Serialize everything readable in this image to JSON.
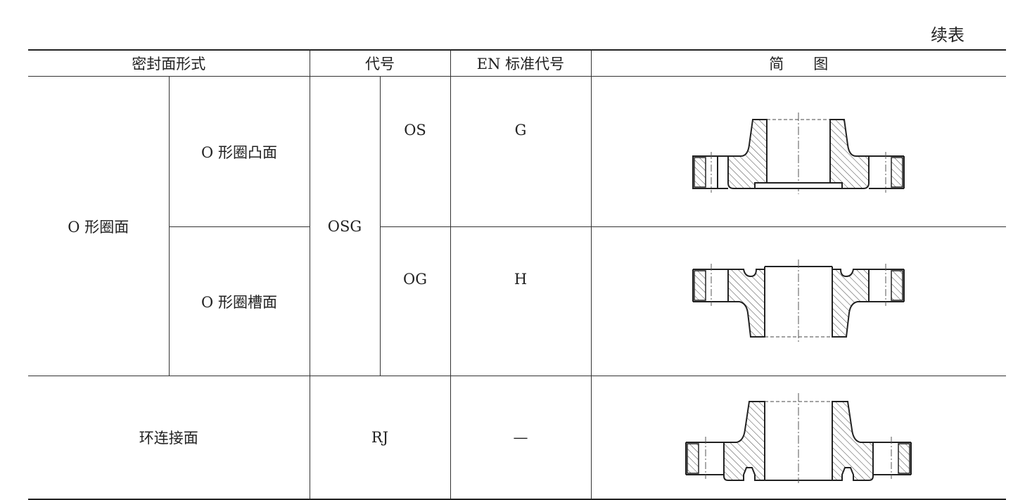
{
  "continued_label": "续表",
  "headers": {
    "seal_type": "密封面形式",
    "code": "代号",
    "en_code": "EN 标准代号",
    "diagram": "简　　图"
  },
  "rows": {
    "o_ring": {
      "group_label": "O 形圈面",
      "group_code": "OSG",
      "raised": {
        "name": "O 形圈凸面",
        "code": "OS",
        "en_code": "G"
      },
      "groove": {
        "name": "O 形圈槽面",
        "code": "OG",
        "en_code": "H"
      }
    },
    "ring_joint": {
      "name": "环连接面",
      "code": "RJ",
      "en_code": "—"
    }
  }
}
